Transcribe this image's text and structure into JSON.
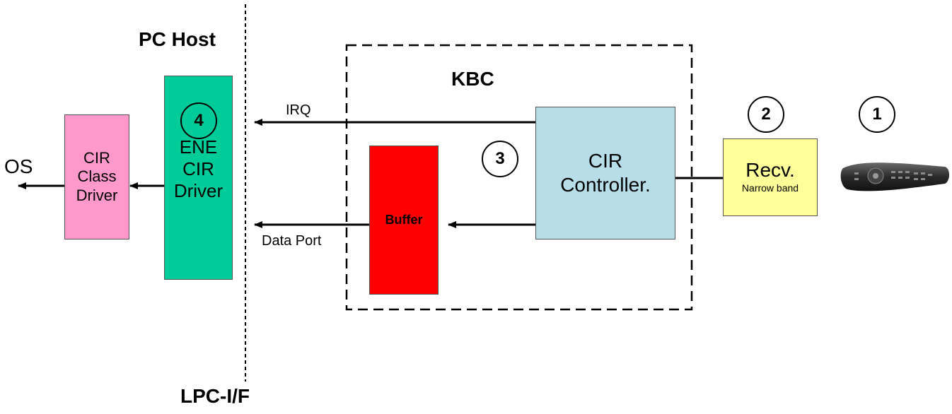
{
  "labels": {
    "pc_host": "PC Host",
    "lpc_if": "LPC-I/F",
    "kbc": "KBC",
    "os": "OS",
    "irq": "IRQ",
    "data_port": "Data Port"
  },
  "boxes": {
    "cir_class_driver": {
      "lines": [
        "CIR",
        "Class",
        "Driver"
      ],
      "color": "#FF99CC"
    },
    "ene_cir_driver": {
      "lines": [
        "ENE",
        "CIR",
        "Driver"
      ],
      "color": "#00CC99"
    },
    "buffer": {
      "label": "Buffer",
      "color": "#FF0000"
    },
    "cir_controller": {
      "lines": [
        "CIR",
        "Controller."
      ],
      "color": "#B7DEE8"
    },
    "receiver": {
      "label": "Recv.",
      "sublabel": "Narrow band",
      "color": "#FFFF99"
    }
  },
  "step_numbers": {
    "step1": "1",
    "step2": "2",
    "step3": "3",
    "step4": "4"
  }
}
